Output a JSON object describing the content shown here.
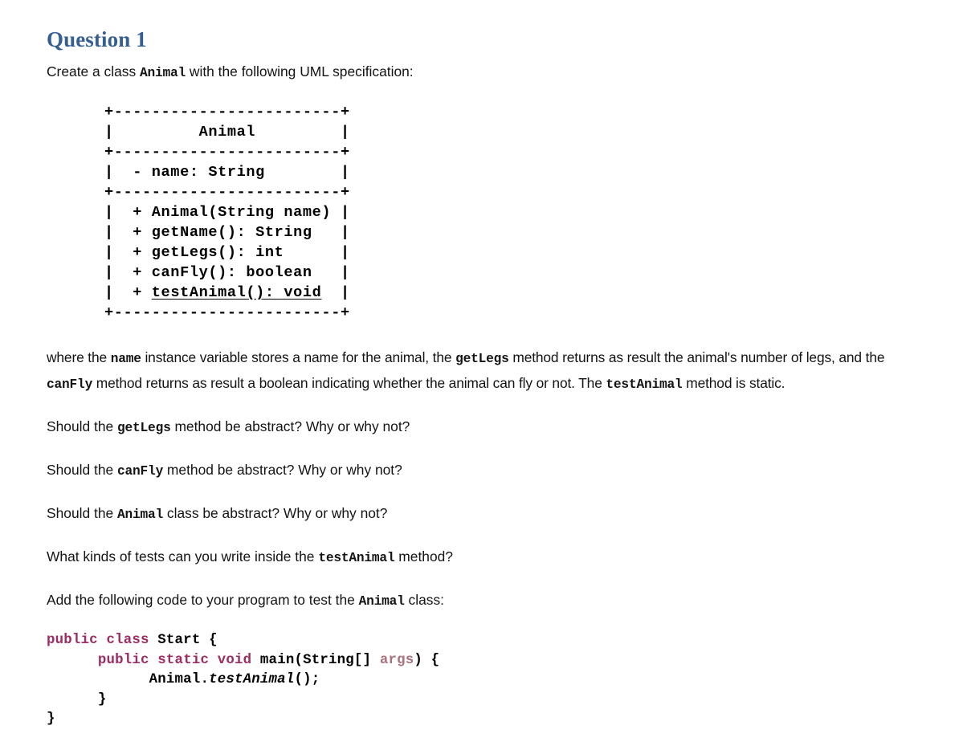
{
  "heading": "Question 1",
  "intro": {
    "before": "Create a class ",
    "code": "Animal",
    "after": " with the following UML specification:"
  },
  "uml": {
    "border_top": "+------------------------+",
    "title_row": "|         Animal         |",
    "border_mid1": "+------------------------+",
    "field_row": "|  - name: String        |",
    "border_mid2": "+------------------------+",
    "method_rows": [
      "|  + Animal(String name) |",
      "|  + getName(): String   |",
      "|  + getLegs(): int      |",
      "|  + canFly(): boolean   |"
    ],
    "static_method_row": {
      "prefix": "|  + ",
      "underlined": "testAnimal(): void",
      "suffix": "  |"
    },
    "border_bottom": "+------------------------+"
  },
  "description": {
    "s1": "where the ",
    "c1": "name",
    "s2": " instance variable stores a name for the animal, the ",
    "c2": "getLegs",
    "s3": " method returns as result the animal's number of legs, and the ",
    "c3": "canFly",
    "s4": " method returns as result a boolean indicating whether the animal can fly or not. The ",
    "c4": "testAnimal",
    "s5": " method is static."
  },
  "questions": [
    {
      "s1": "Should the ",
      "c1": "getLegs",
      "s2": " method be abstract? Why or why not?"
    },
    {
      "s1": "Should the ",
      "c1": "canFly",
      "s2": " method be abstract? Why or why not?"
    },
    {
      "s1": "Should the ",
      "c1": "Animal",
      "s2": " class be abstract? Why or why not?"
    },
    {
      "s1": "What kinds of tests can you write inside the ",
      "c1": "testAnimal",
      "s2": " method?"
    }
  ],
  "code_intro": {
    "before": "Add the following code to your program to test the ",
    "code": "Animal",
    "after": " class:"
  },
  "code": {
    "line1_kw": "public class",
    "line1_id": " Start {",
    "line2_indent": "      ",
    "line2_kw": "public static void",
    "line2_id": " main(String[] ",
    "line2_parm": "args",
    "line2_tail": ") {",
    "line3_indent": "            ",
    "line3_obj": "Animal.",
    "line3_static": "testAnimal",
    "line3_tail": "();",
    "line4": "      }",
    "line5": "}"
  },
  "colors": {
    "heading": "#365f91",
    "keyword": "#9b2d63",
    "parameter": "#a8737f",
    "text": "#141414"
  }
}
